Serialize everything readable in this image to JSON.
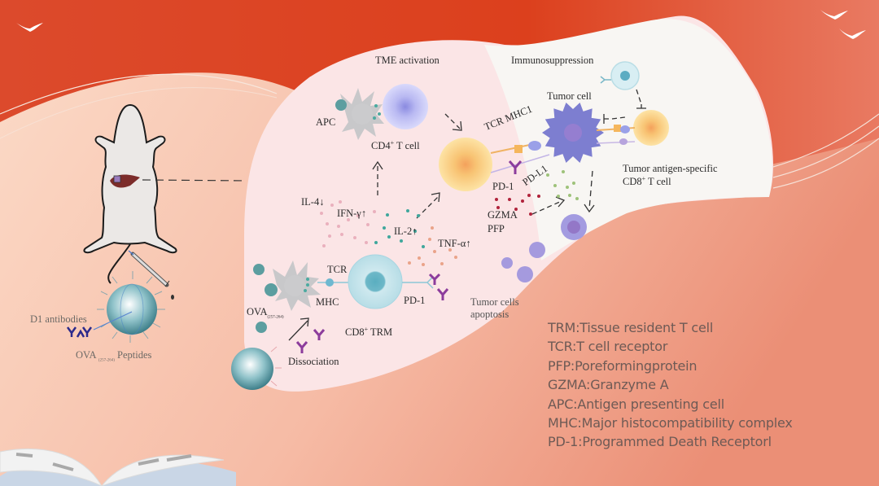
{
  "background": {
    "top_color": "#dc4527",
    "bottom_color": "#f7c3ad",
    "right_color": "#e9836a",
    "liver_left_color": "#fbe4e4",
    "liver_right_color": "#f8f6f3"
  },
  "left_panel": {
    "antibodies_label": "D1 antibodies",
    "ova_label": "OVA",
    "ova_subscript": "(257-264)",
    "peptides_label": "Peptides"
  },
  "tme_section": {
    "title": "TME activation",
    "apc_label": "APC",
    "cd4_label": "CD4",
    "cd4_sup": "+",
    "cd4_suffix": " T cell",
    "il4_label": "IL-4↓",
    "ifn_label": "IFN-γ↑",
    "il2_label": "IL-2↑",
    "tnf_label": "TNF-α↑",
    "tcr_label": "TCR",
    "mhc_label": "MHC",
    "pd1_label": "PD-1",
    "ova_label": "OVA",
    "ova_subscript": "(257-264)",
    "cd8trm_label": "CD8",
    "cd8trm_sup": "+",
    "cd8trm_suffix": " TRM",
    "dissociation_label": "Dissociation",
    "apoptosis_line1": "Tumor cells",
    "apoptosis_line2": "apoptosis"
  },
  "immuno_section": {
    "title": "Immunosuppression",
    "tumor_cell_label": "Tumor cell",
    "tcr_mhc_label": "TCR  MHC1",
    "pd1_label": "PD-1",
    "pdl1_label": "PD-L1",
    "gzma_label": "GZMA",
    "pfp_label": "PFP",
    "cd8_line1": "Tumor antigen-specific",
    "cd8_line2": "CD8",
    "cd8_sup": "+",
    "cd8_suffix": " T cell"
  },
  "legend": [
    "TRM:Tissue resident T cell",
    "TCR:T cell receptor",
    "PFP:Poreformingprotein",
    "GZMA:Granzyme A",
    "APC:Antigen presenting cell",
    "MHC:Major histocompatibility complex",
    "PD-1:Programmed Death Receptorl"
  ]
}
